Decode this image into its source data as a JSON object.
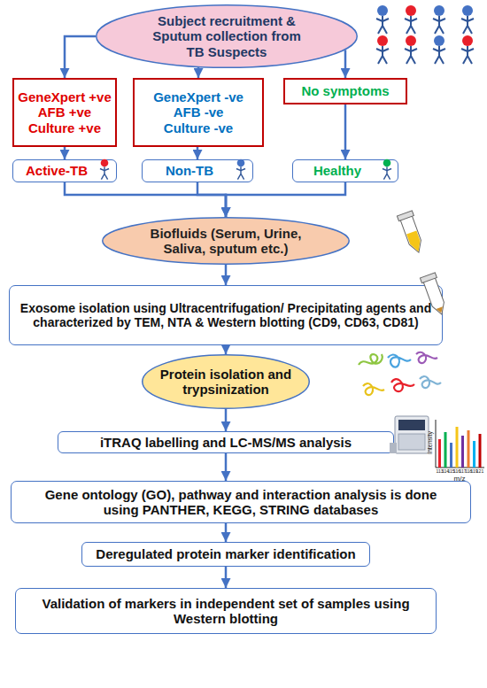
{
  "diagram": {
    "nodes": [
      {
        "text": [
          "Subject recruitment & Sputum collection from TB Suspects"
        ]
      },
      {
        "text": [
          "GeneXpert +ve AFB +ve Culture +ve"
        ]
      },
      {
        "text": [
          "GeneXpert -ve AFB -ve Culture -ve"
        ]
      },
      {
        "text": [
          "No symptoms"
        ]
      },
      {
        "text": [
          "Active-TB"
        ]
      },
      {
        "text": [
          "Non-TB"
        ]
      },
      {
        "text": [
          "Healthy"
        ]
      },
      {
        "text": [
          "Biofluids (Serum, Urine, Saliva, sputum etc.)"
        ]
      },
      {
        "text": [
          "Exosome isolation using Ultracentrifugation/ Precipitating agents and characterized by TEM, NTA & Western blotting (CD9, CD63, CD81)"
        ]
      },
      {
        "text": [
          "Protein isolation and trypsinization"
        ]
      },
      {
        "text": [
          "iTRAQ labelling and LC-MS/MS analysis"
        ]
      },
      {
        "text": [
          "Gene ontology (GO), pathway and interaction analysis is done using PANTHER, KEGG, STRING databases"
        ]
      },
      {
        "text": [
          "Deregulated protein marker identification"
        ]
      },
      {
        "text": [
          "Validation of markers in independent set of samples using Western blotting"
        ]
      }
    ],
    "edges": [
      {
        "from": 0,
        "to": 1,
        "arrow": "to"
      },
      {
        "from": 0,
        "to": 2,
        "arrow": "to"
      },
      {
        "from": 0,
        "to": 3,
        "arrow": "to"
      },
      {
        "from": 1,
        "to": 4,
        "arrow": "to"
      },
      {
        "from": 2,
        "to": 5,
        "arrow": "to"
      },
      {
        "from": 3,
        "to": 6,
        "arrow": "to"
      },
      {
        "from": 4,
        "to": 7,
        "arrow": "to"
      },
      {
        "from": 5,
        "to": 7,
        "arrow": "to"
      },
      {
        "from": 6,
        "to": 7,
        "arrow": "to"
      },
      {
        "from": 7,
        "to": 8,
        "arrow": "to"
      },
      {
        "from": 8,
        "to": 9,
        "arrow": "to"
      },
      {
        "from": 9,
        "to": 10,
        "arrow": "to"
      },
      {
        "from": 10,
        "to": 11,
        "arrow": "to"
      },
      {
        "from": 11,
        "to": 12,
        "arrow": "to"
      },
      {
        "from": 12,
        "to": 13,
        "arrow": "to"
      }
    ],
    "labels": [
      "Intensity",
      "m/z",
      "113",
      "114",
      "115",
      "116",
      "117",
      "118",
      "119",
      "121"
    ]
  }
}
